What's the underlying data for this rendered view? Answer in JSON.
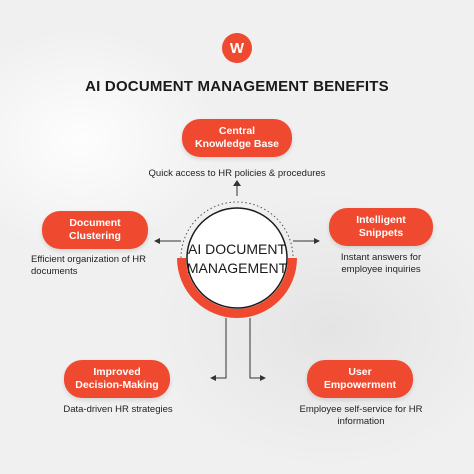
{
  "logo": {
    "letter": "W"
  },
  "title": "AI DOCUMENT MANAGEMENT BENEFITS",
  "center": {
    "label": "AI DOCUMENT\nMANAGEMENT"
  },
  "colors": {
    "accent": "#ef4a2f",
    "text": "#1a1a1a"
  },
  "benefits": [
    {
      "label": "Central\nKnowledge Base",
      "description": "Quick access to HR policies & procedures"
    },
    {
      "label": "Document\nClustering",
      "description": "Efficient organization of HR\ndocuments"
    },
    {
      "label": "Intelligent\nSnippets",
      "description": "Instant answers for\nemployee inquiries"
    },
    {
      "label": "Improved\nDecision-Making",
      "description": "Data-driven HR strategies"
    },
    {
      "label": "User\nEmpowerment",
      "description": "Employee self-service for HR\ninformation"
    }
  ]
}
